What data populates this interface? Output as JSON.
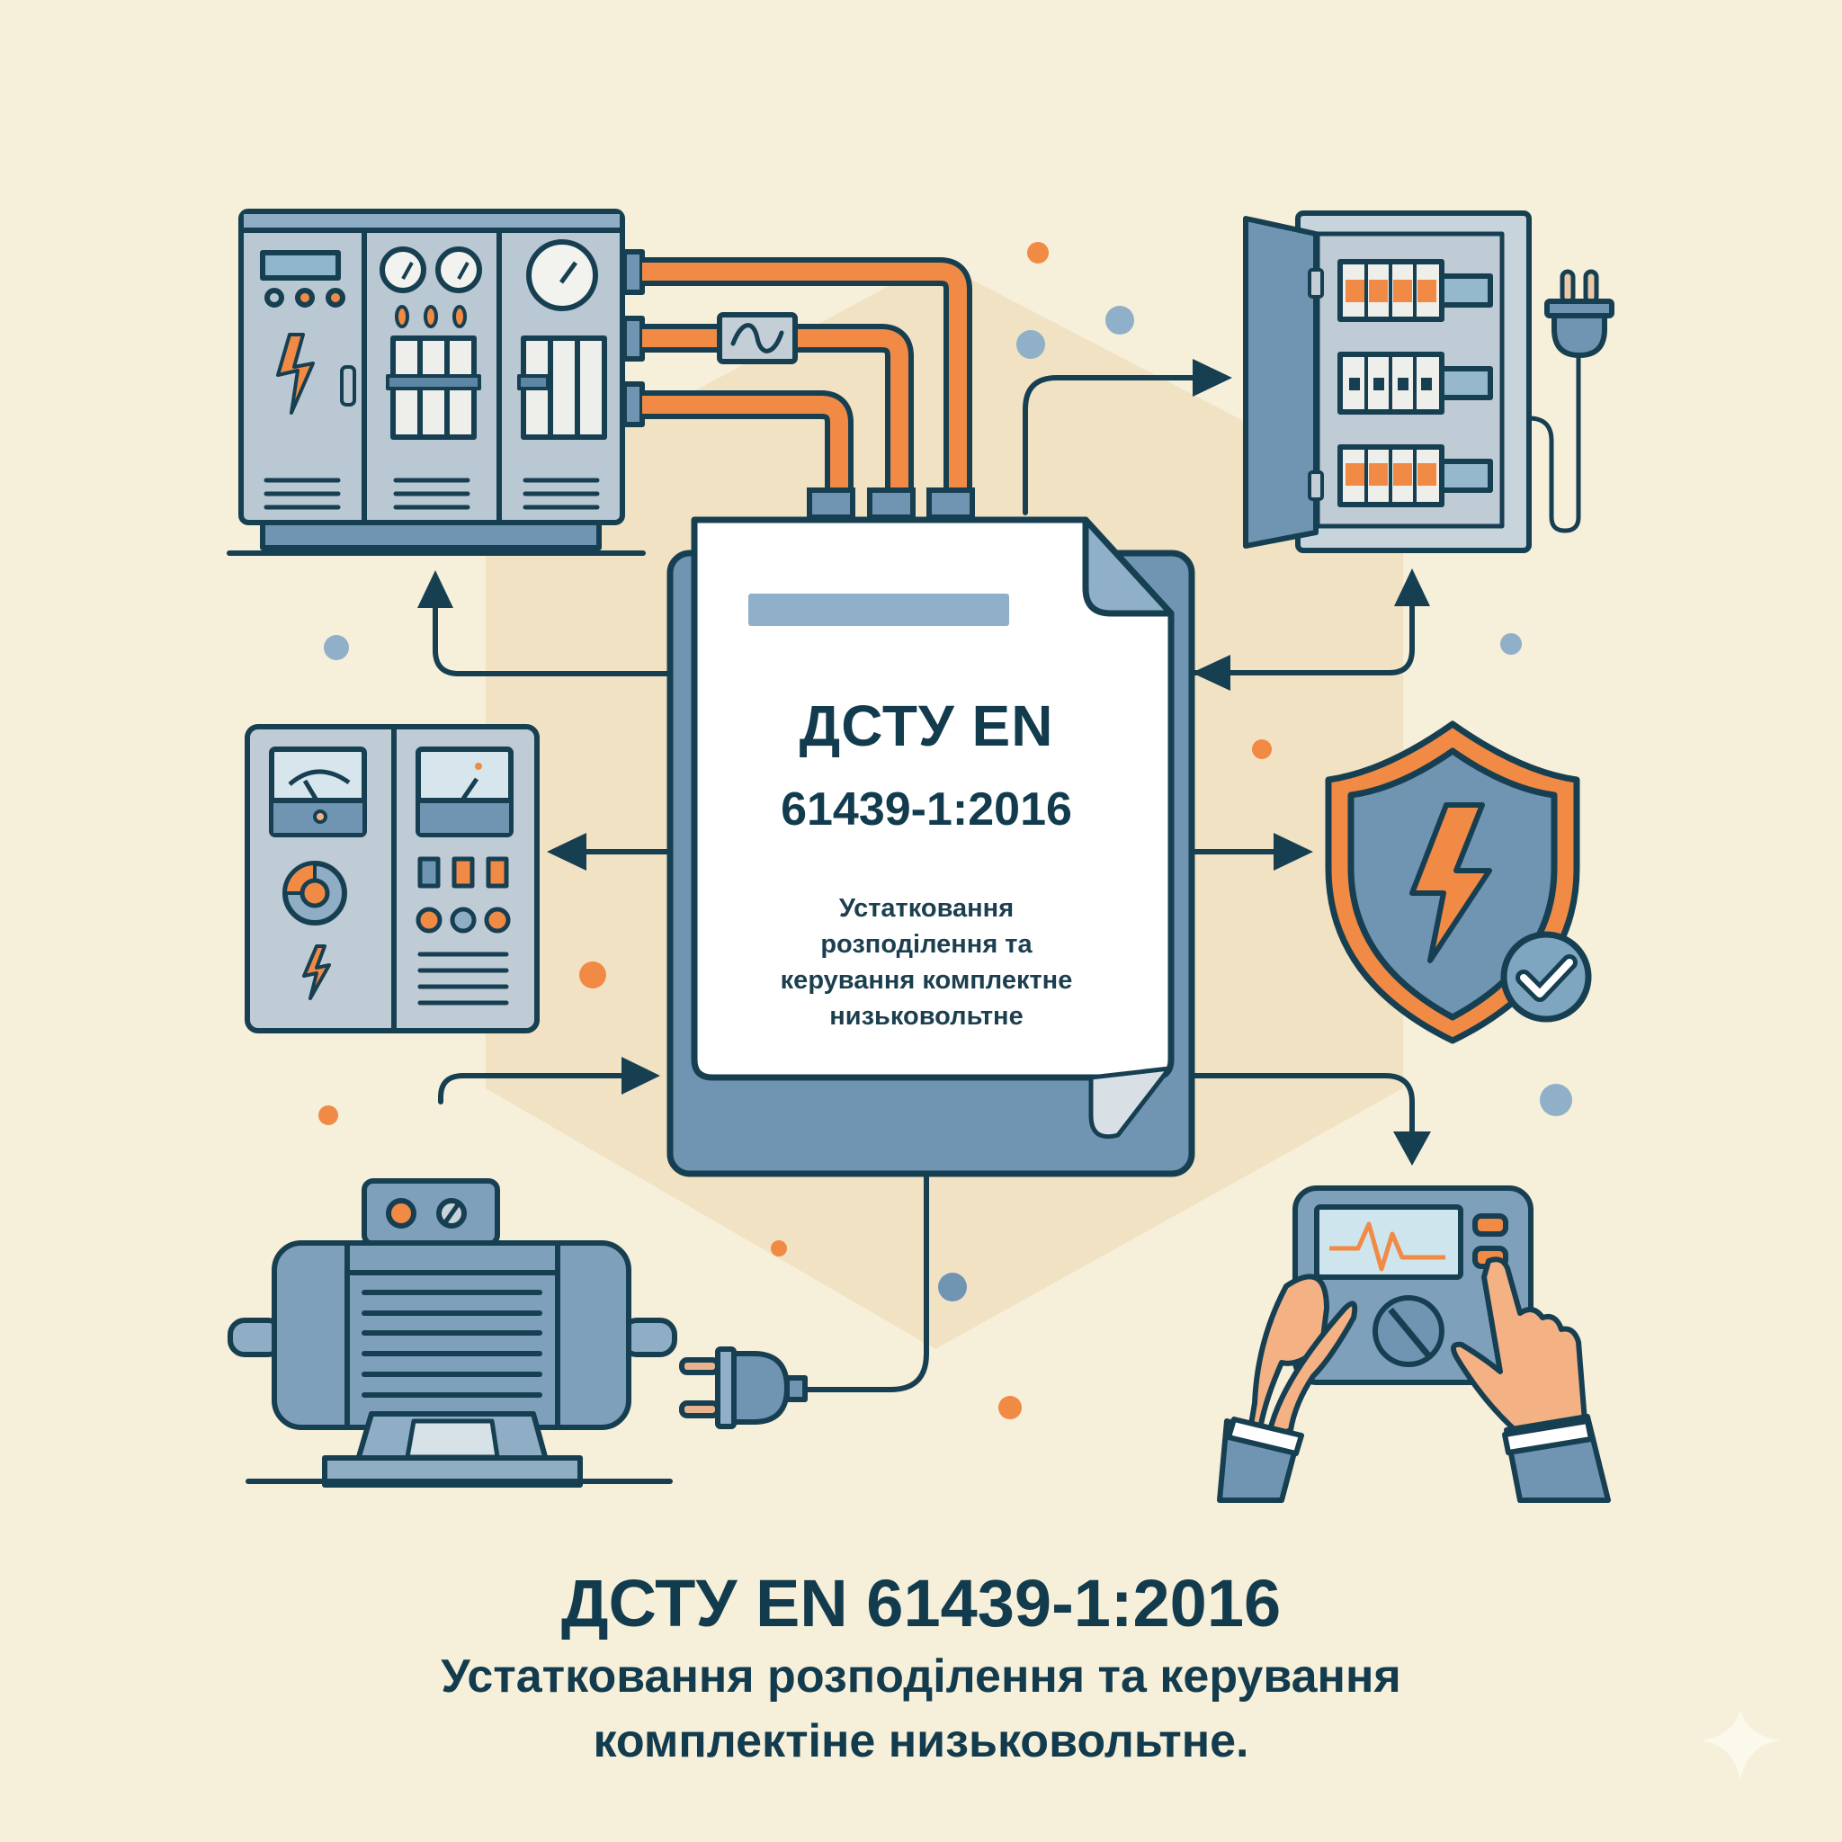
{
  "document": {
    "title_line1": "ДСТУ EN",
    "title_line2": "61439-1:2016",
    "subtitle_lines": [
      "Устатковання",
      "розподілення та",
      "керування комплектне",
      "низьковольтне"
    ]
  },
  "caption": {
    "title": "ДСТУ EN 61439-1:2016",
    "line1": "Устатковання розподілення та керування",
    "line2": "комплектiне низьковольтне."
  },
  "illustrations": {
    "top_left": "switchgear-cabinet-icon",
    "top_right": "distribution-board-icon",
    "middle_left": "control-panel-icon",
    "middle_right": "shield-lightning-check-icon",
    "bottom_left": "electric-motor-icon",
    "bottom_right": "handheld-tester-icon",
    "center": "standard-document-icon"
  },
  "colors": {
    "background": "#f6efd9",
    "hexagon": "#f1dfbf",
    "outline": "#173f52",
    "steel_blue": "#6f95b3",
    "light_steel": "#b9c8d2",
    "orange": "#f08a45",
    "skin": "#f3b184"
  }
}
